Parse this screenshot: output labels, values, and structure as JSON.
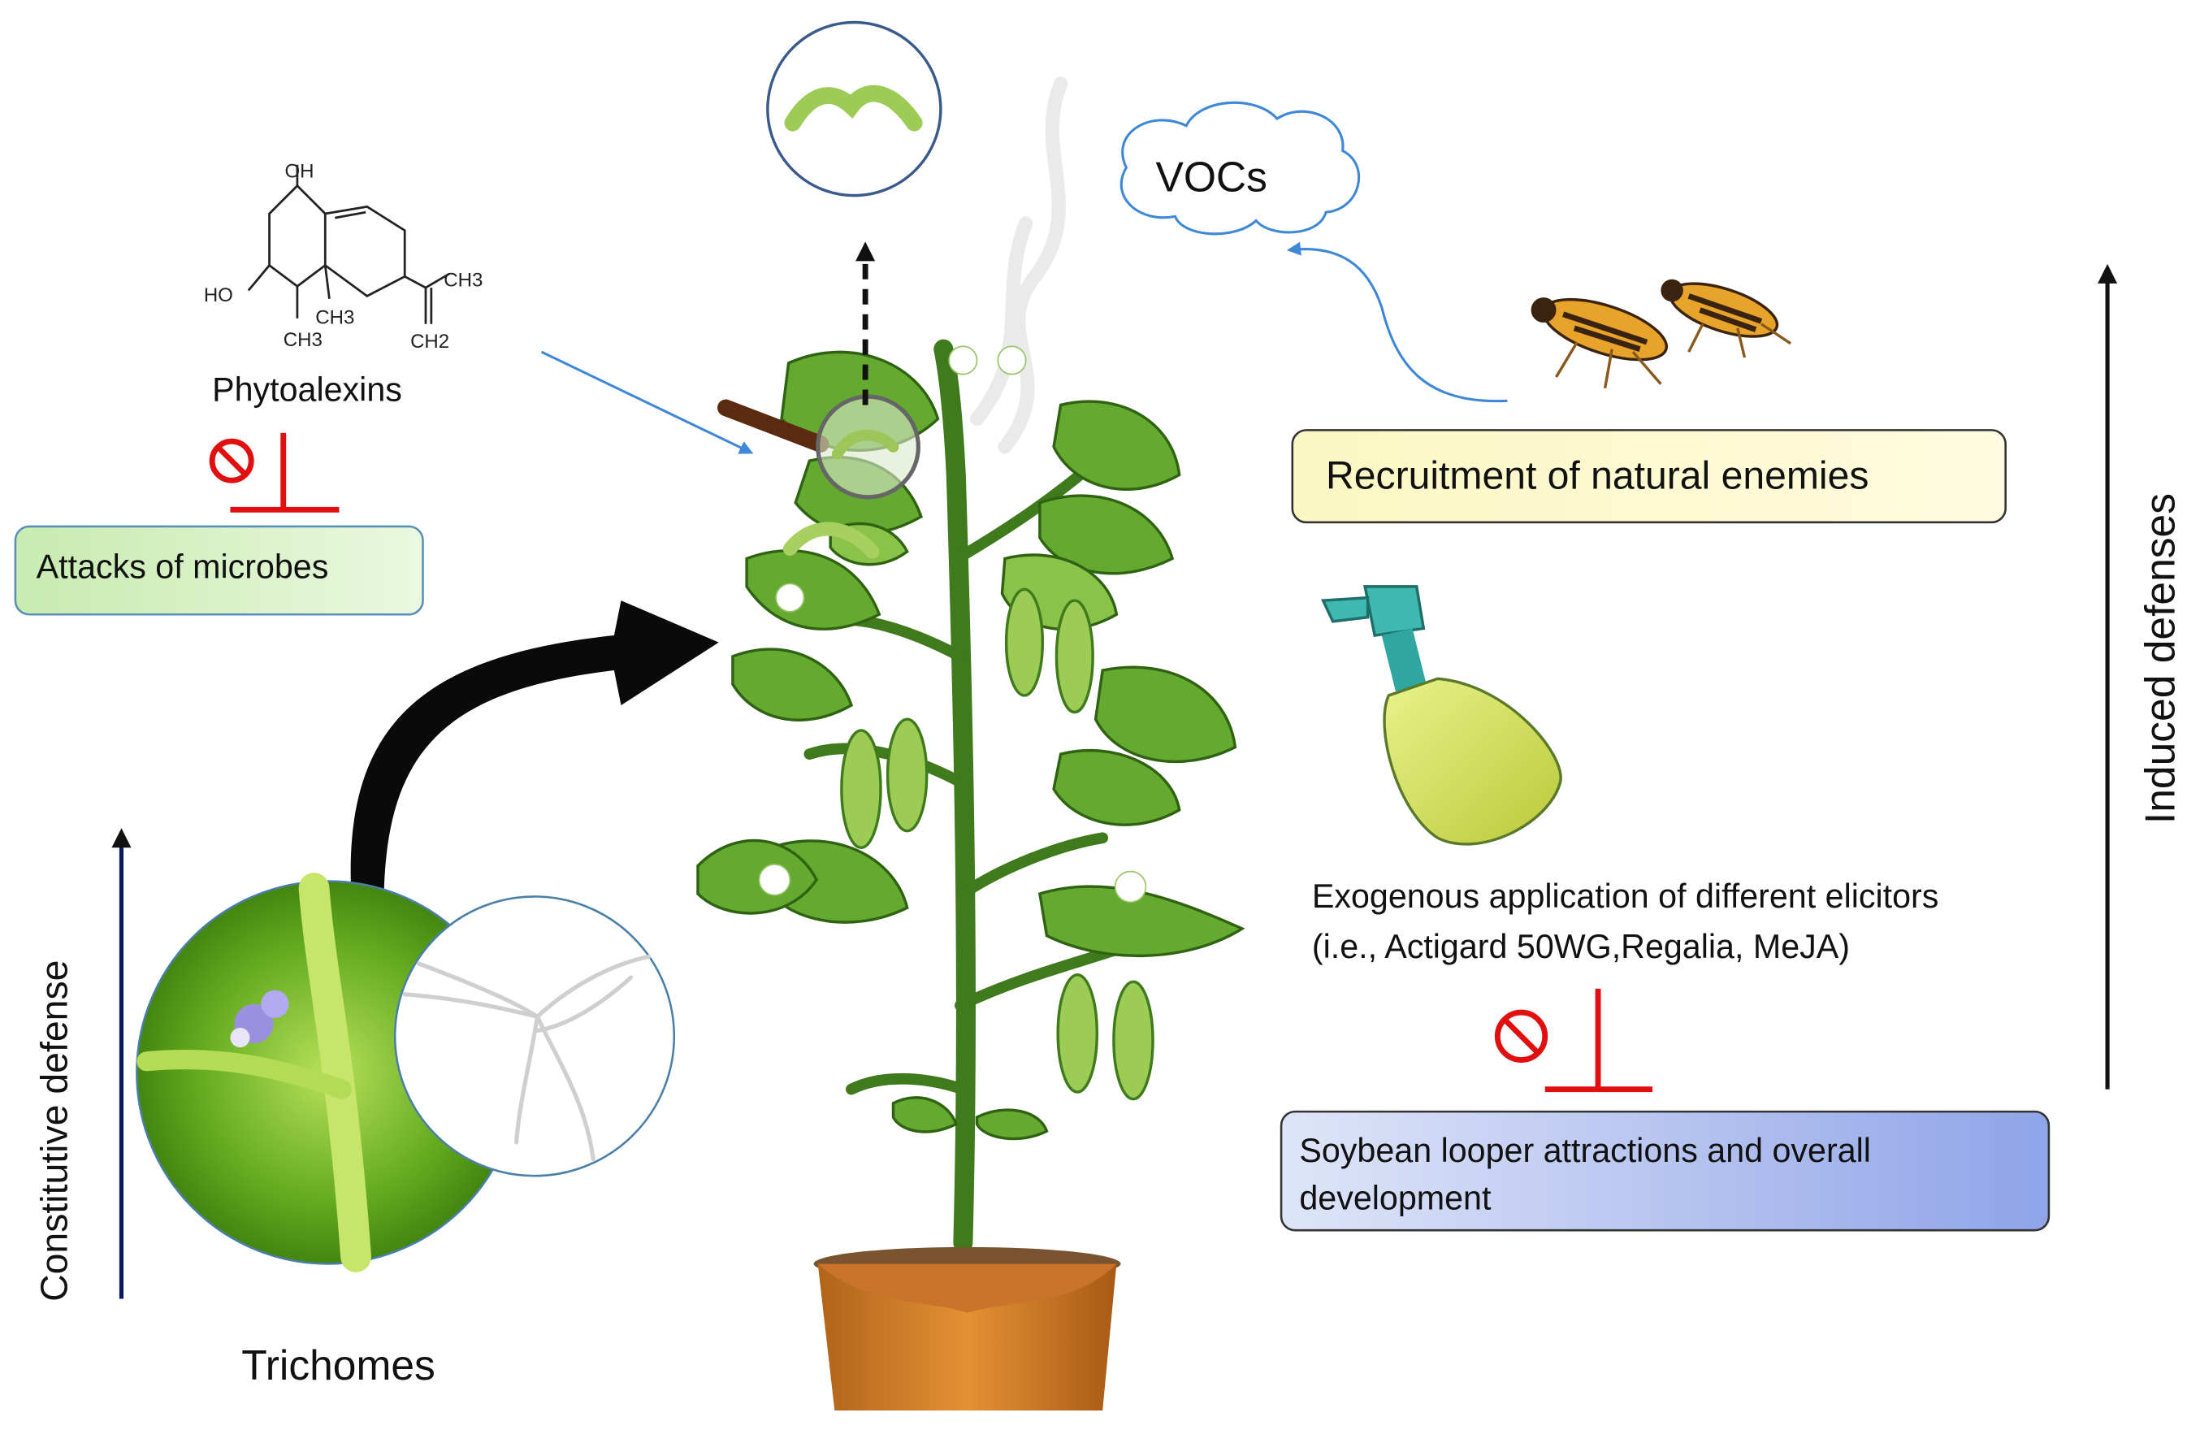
{
  "labels": {
    "phytoalexins": "Phytoalexins",
    "attacks_microbes": "Attacks of microbes",
    "constitutive_defense": "Constitutive defense",
    "trichomes": "Trichomes",
    "vocs": "VOCs",
    "recruitment": "Recruitment of natural enemies",
    "induced_defenses": "Induced defenses",
    "elicitors_line1": "Exogenous application of different elicitors",
    "elicitors_line2": "(i.e., Actigard 50WG,Regalia, MeJA)",
    "soybean_line1": "Soybean looper attractions and overall",
    "soybean_line2": "development"
  },
  "molecule_labels": {
    "oh_top": "OH",
    "ho_left": "HO",
    "ch3_right": "CH3",
    "ch3_bottom": "CH3",
    "ch3_mid": "CH3",
    "ch2": "CH2"
  },
  "icons": [
    "prohibition-icon",
    "inhibition-bar-icon",
    "caterpillar-icon",
    "beetle-icon",
    "spray-bottle-icon",
    "magnifier-icon",
    "soybean-plant",
    "trichome-photo"
  ],
  "colors": {
    "green_box": "#d6f0c4",
    "yellow_box": "#fdf8b8",
    "blue_box": "#9fb1ea",
    "inhibit_red": "#e11010",
    "axis_navy": "#0b1a5e",
    "arrow_blue": "#3f88d8"
  }
}
